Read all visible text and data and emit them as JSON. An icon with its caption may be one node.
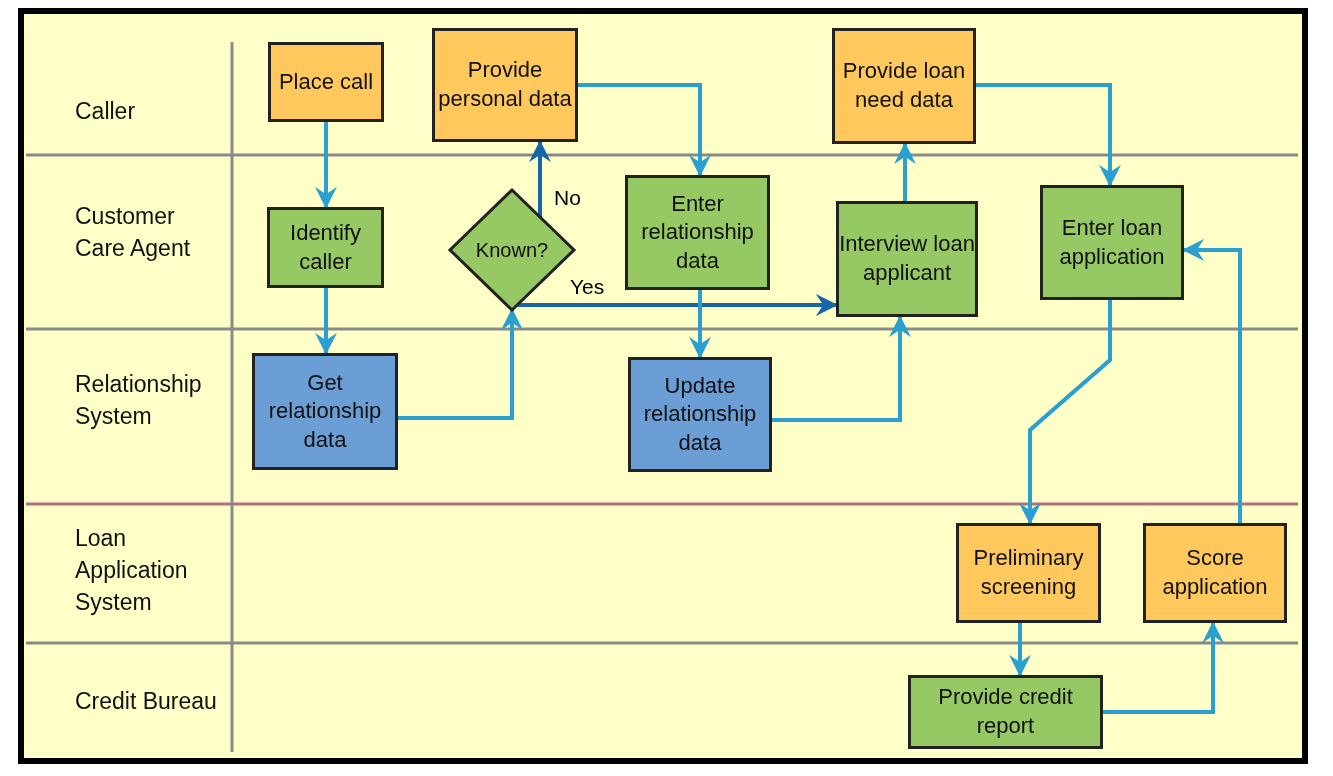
{
  "diagram": {
    "nodes": [
      {
        "text": [
          "Place call"
        ]
      },
      {
        "text": [
          "Provide personal data"
        ]
      },
      {
        "text": [
          "Provide loan need data"
        ]
      },
      {
        "text": [
          "Identify caller"
        ]
      },
      {
        "text": [
          "Known?"
        ]
      },
      {
        "text": [
          "Enter relationship data"
        ]
      },
      {
        "text": [
          "Interview loan applicant"
        ]
      },
      {
        "text": [
          "Enter loan application"
        ]
      },
      {
        "text": [
          "Get relationship data"
        ]
      },
      {
        "text": [
          "Update relationship data"
        ]
      },
      {
        "text": [
          "Preliminary screening"
        ]
      },
      {
        "text": [
          "Score application"
        ]
      },
      {
        "text": [
          "Provide credit report"
        ]
      }
    ],
    "edges": [
      {
        "from": 0,
        "to": 3,
        "arrow": "to"
      },
      {
        "from": 3,
        "to": 8,
        "arrow": "to"
      },
      {
        "from": 8,
        "to": 4,
        "arrow": "to"
      },
      {
        "from": 4,
        "to": 1,
        "arrow": "to",
        "label": "No",
        "color": "#1565a8"
      },
      {
        "from": 4,
        "to": 6,
        "arrow": "to",
        "label": "Yes",
        "color": "#1565a8"
      },
      {
        "from": 1,
        "to": 5,
        "arrow": "to"
      },
      {
        "from": 5,
        "to": 9,
        "arrow": "to"
      },
      {
        "from": 9,
        "to": 6,
        "arrow": "to"
      },
      {
        "from": 6,
        "to": 2,
        "arrow": "to"
      },
      {
        "from": 2,
        "to": 7,
        "arrow": "to"
      },
      {
        "from": 7,
        "to": 10,
        "arrow": "to"
      },
      {
        "from": 10,
        "to": 12,
        "arrow": "to"
      },
      {
        "from": 12,
        "to": 11,
        "arrow": "to"
      },
      {
        "from": 11,
        "to": 7,
        "arrow": "to"
      }
    ],
    "labels": [
      "Caller",
      "Customer Care Agent",
      "Relationship System",
      "Loan Application System",
      "Credit Bureau"
    ]
  }
}
